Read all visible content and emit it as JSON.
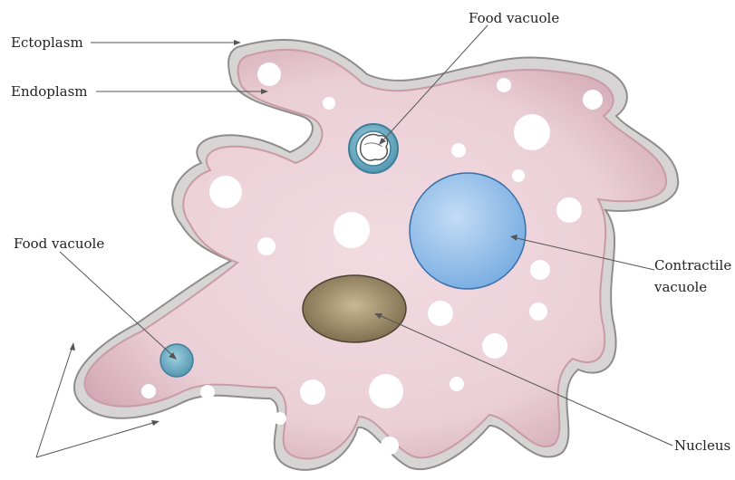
{
  "labels": {
    "ectoplasm": "Ectoplasm",
    "endoplasm": "Endoplasm",
    "food_vacuole_top": "Food vacuole",
    "food_vacuole_left": "Food vacuole",
    "contractile_line1": "Contractile",
    "contractile_line2": "vacuole",
    "nucleus": "Nucleus"
  },
  "colors": {
    "ectoplasm_fill": "#d6d4d4",
    "ectoplasm_stroke": "#8f8c8c",
    "endoplasm_fill": "#ebcfd7",
    "endoplasm_edge": "#c99aa8",
    "food_vacuole": "#6aa6bd",
    "contractile_vacuole": "#8bbce8",
    "nucleus": "#8c7b5c",
    "granules": "#ffffff",
    "text": "#222222",
    "leader": "#555555"
  }
}
